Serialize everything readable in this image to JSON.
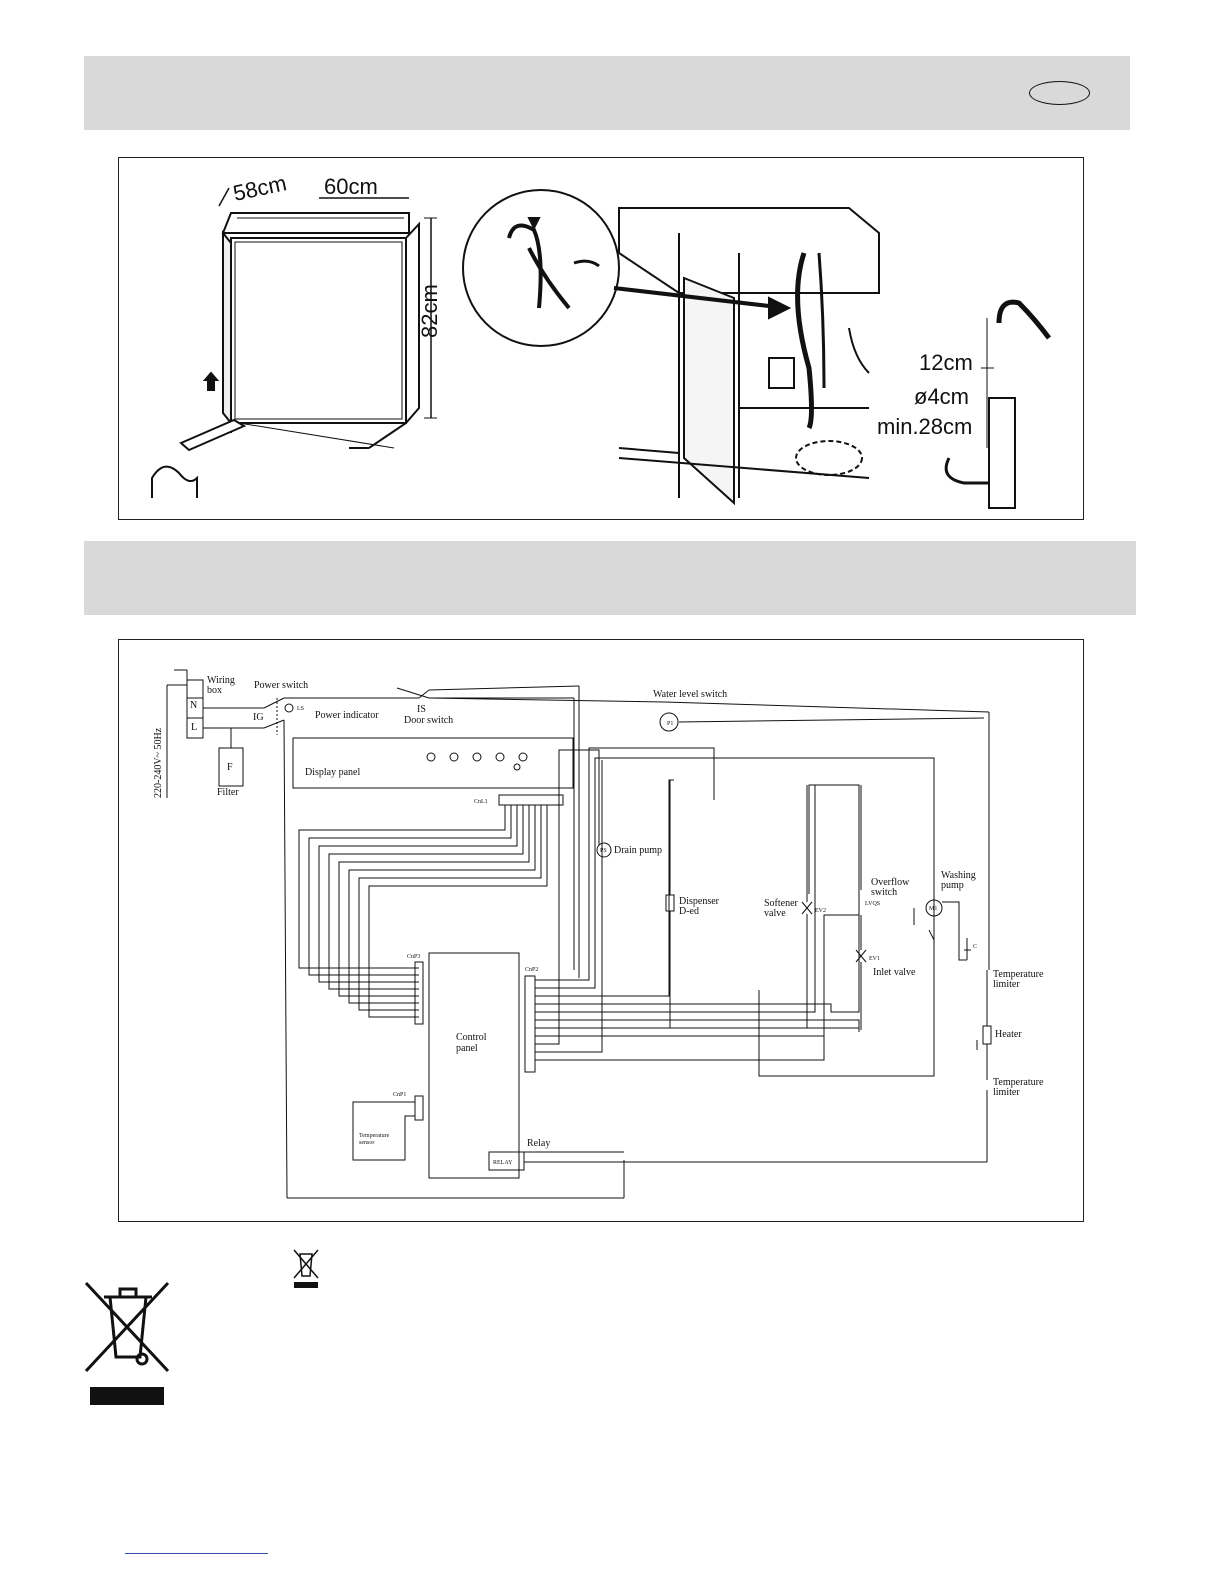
{
  "installation": {
    "dimensions": {
      "depth": "58cm",
      "width": "60cm",
      "height": "82cm"
    },
    "drain": {
      "loop": "12cm",
      "diameter": "ø4cm",
      "min_height": "min.28cm"
    }
  },
  "wiring": {
    "supply": "220-240V~ 50Hz",
    "wiring_box": [
      "Wiring",
      "box"
    ],
    "filter": "Filter",
    "filter_letter": "F",
    "neutral": "N",
    "live": "L",
    "ig": "IG",
    "ls": "LS",
    "power_switch": "Power switch",
    "power_indicator": "Power indicator",
    "door_switch_code": "IS",
    "door_switch": "Door switch",
    "water_level_switch": "Water level switch",
    "p1": "P1",
    "display_panel": "Display panel",
    "cnl1": "CnL1",
    "drain_pump": "Drain pump",
    "ps": "PS",
    "dispenser": [
      "Dispenser",
      "D-ed"
    ],
    "softener_valve": [
      "Softener",
      "valve"
    ],
    "ev2": "EV2",
    "overflow_switch": [
      "Overflow",
      "switch"
    ],
    "lvqs": "LVQS",
    "ev1": "EV1",
    "inlet_valve": "Inlet valve",
    "washing_pump": [
      "Washing",
      "pump"
    ],
    "m1": "M1",
    "capacitor": "C",
    "temperature_limiter_top": [
      "Temperature",
      "limiter"
    ],
    "heater": "Heater",
    "temperature_limiter_bottom": [
      "Temperature",
      "limiter"
    ],
    "cnp3": "CnP3",
    "cnp2": "CnP2",
    "cnp1": "CnP1",
    "control_panel": [
      "Control",
      "panel"
    ],
    "temperature_sensor": [
      "Temperature",
      "sensor"
    ],
    "relay_label": "Relay",
    "relay_box": "RELAY"
  }
}
